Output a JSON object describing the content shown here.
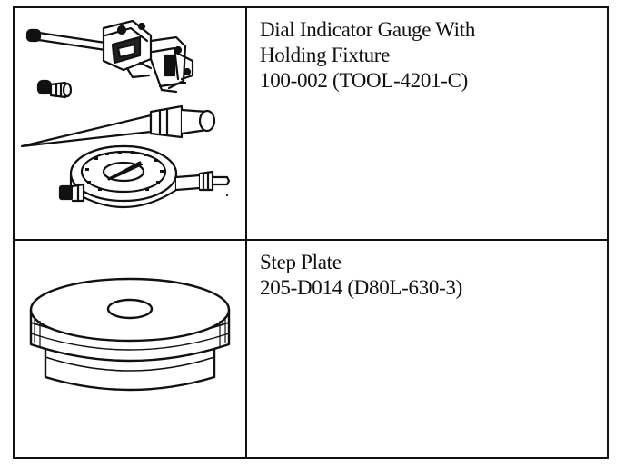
{
  "tools": [
    {
      "name_lines": [
        "Dial Indicator Gauge With",
        "Holding Fixture"
      ],
      "part_number": "100-002 (TOOL-4201-C)",
      "illustration": "dial-indicator-gauge-with-holding-fixture"
    },
    {
      "name_lines": [
        "Step Plate"
      ],
      "part_number": "205-D014 (D80L-630-3)",
      "illustration": "step-plate"
    }
  ]
}
